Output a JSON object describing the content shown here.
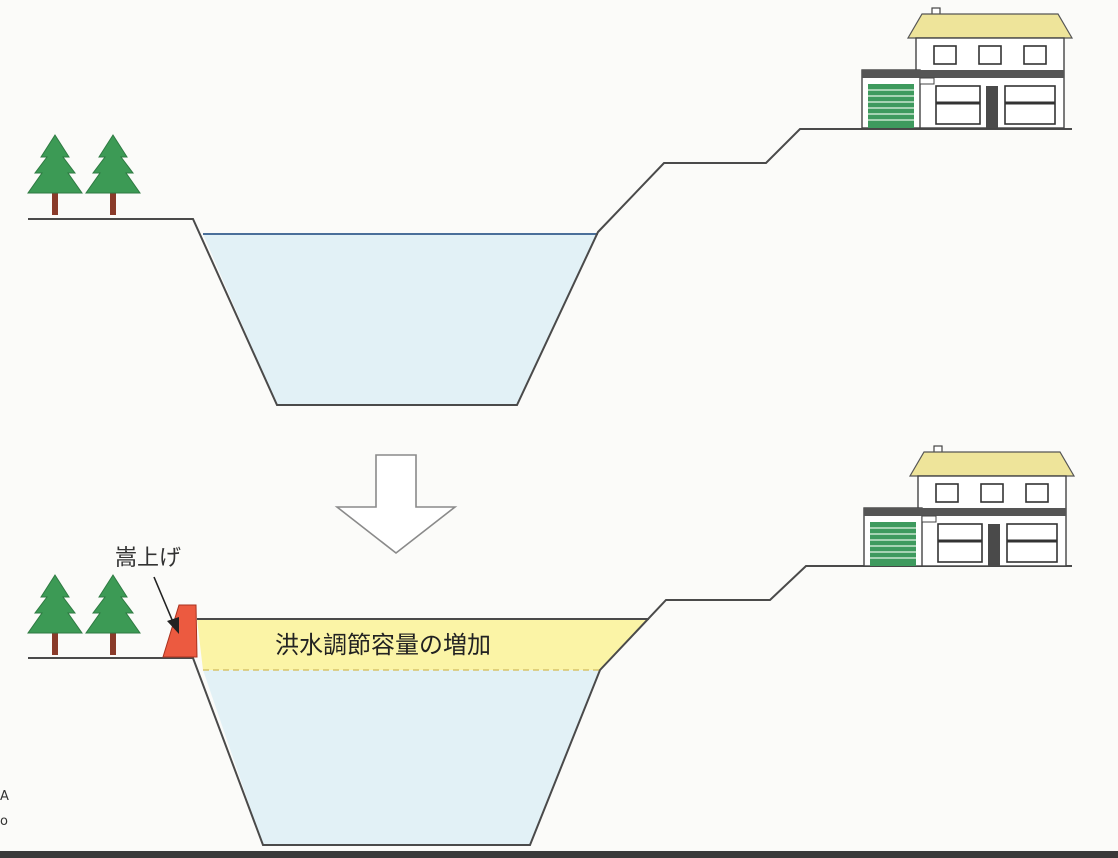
{
  "labels": {
    "embankment_raising": "嵩上げ",
    "capacity_increase": "洪水調節容量の増加",
    "edge_marks": [
      "A",
      "o"
    ]
  },
  "colors": {
    "background": "#fbfbf9",
    "water": "#e2f1f6",
    "added_capacity": "#fbf4a6",
    "raised_crest": "#ec5a40",
    "tree_foliage": "#3c9a55",
    "tree_trunk": "#8a3b2a",
    "roof": "#eee49a",
    "garage_door": "#3e9a5e",
    "ground_line": "#4a4a4a",
    "water_line": "#4a6f9a"
  },
  "icons": {
    "trees": "conifer-tree-icon",
    "house": "two-story-house-icon",
    "transition_arrow": "down-arrow-icon"
  }
}
